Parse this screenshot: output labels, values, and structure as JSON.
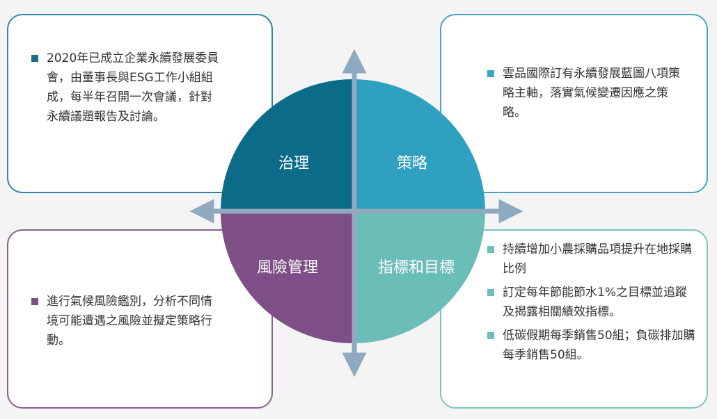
{
  "quadrants": {
    "governance": {
      "label": "治理",
      "color": "#0d6b8a",
      "bullets": [
        "2020年已成立企業永續發展委員會，由董事長與ESG工作小組組成，每半年召開一次會議，針對永續議題報告及討論。"
      ]
    },
    "strategy": {
      "label": "策略",
      "color": "#30a0c1",
      "bullets": [
        "雲品國際訂有永續發展藍圖八項策略主軸，落實氣候變遷因應之策略。"
      ]
    },
    "risk_management": {
      "label": "風險管理",
      "color": "#7d4f86",
      "bullets": [
        "進行氣候風險鑑別，分析不同情境可能遭遇之風險並擬定策略行動。"
      ]
    },
    "metrics_targets": {
      "label": "指標和目標",
      "color": "#6bbdb8",
      "bullets": [
        "持續增加小農採購品項提升在地採購比例",
        "訂定每年節能節水1%之目標並追蹤及揭露相關績效指標。",
        "低碳假期每季銷售50組；負碳排加購每季銷售50組。"
      ]
    }
  }
}
